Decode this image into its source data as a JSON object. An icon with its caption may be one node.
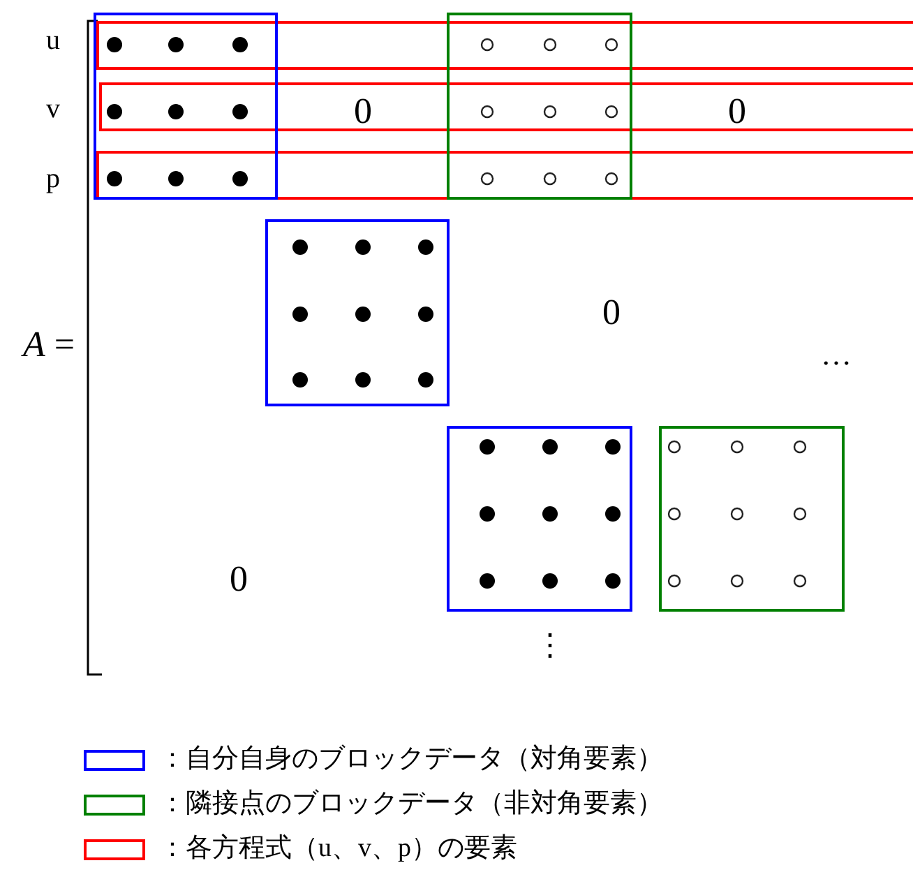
{
  "diagram": {
    "labels": [
      "u",
      "v",
      "p",
      "0",
      "0",
      "*A* =",
      "0",
      "…",
      "0",
      "⋮"
    ],
    "legend": [
      {
        "text": "：自分自身のブロックデータ（対角要素）",
        "color": "#0000ff"
      },
      {
        "text": "：隣接点のブロックデータ（非対角要素）",
        "color": "#008000"
      },
      {
        "text": "：各方程式（u、v、p）の要素",
        "color": "#ff0000"
      }
    ]
  }
}
